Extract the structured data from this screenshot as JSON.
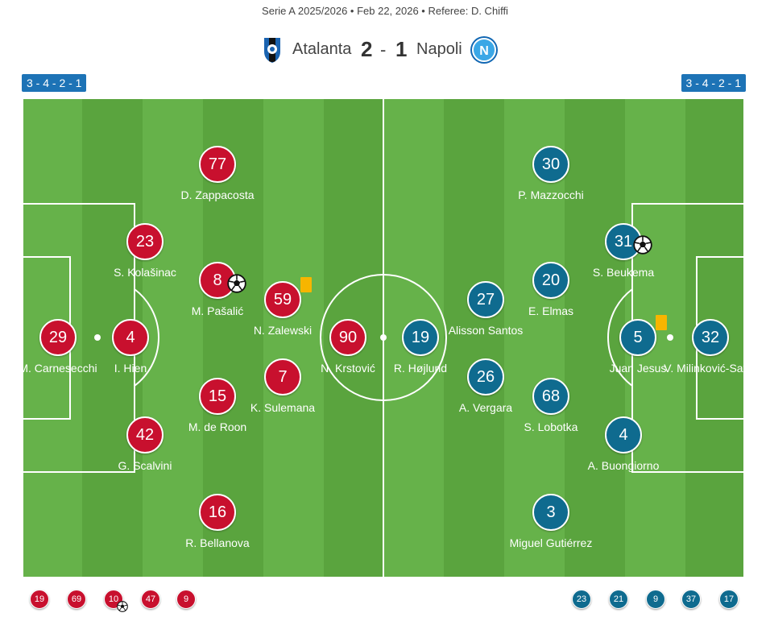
{
  "header": {
    "meta": "Serie A 2025/2026 • Feb 22, 2026 • Referee: D. Chiffi",
    "home_team": "Atalanta",
    "away_team": "Napoli",
    "home_score": "2",
    "away_score": "1",
    "separator": "-"
  },
  "formations": {
    "home": "3 - 4 - 2 - 1",
    "away": "3 - 4 - 2 - 1"
  },
  "colors": {
    "home": "#c8102e",
    "away": "#0f6b8f",
    "pitch": "#5aa43e",
    "formation_badge": "#1d73b6",
    "yellow_card": "#f7b500"
  },
  "home_players": [
    {
      "number": "29",
      "name": "M. Carnesecchi"
    },
    {
      "number": "4",
      "name": "I. Hien"
    },
    {
      "number": "23",
      "name": "S. Kolašinac"
    },
    {
      "number": "42",
      "name": "G. Scalvini"
    },
    {
      "number": "77",
      "name": "D. Zappacosta"
    },
    {
      "number": "8",
      "name": "M. Pašalić",
      "goal": true
    },
    {
      "number": "15",
      "name": "M. de Roon"
    },
    {
      "number": "16",
      "name": "R. Bellanova"
    },
    {
      "number": "59",
      "name": "N. Zalewski",
      "yellow_card": true
    },
    {
      "number": "7",
      "name": "K. Sulemana"
    },
    {
      "number": "90",
      "name": "N. Krstović"
    }
  ],
  "away_players": [
    {
      "number": "32",
      "name": "V. Milinković-Savić"
    },
    {
      "number": "5",
      "name": "Juan Jesus",
      "yellow_card": true
    },
    {
      "number": "31",
      "name": "S. Beukema",
      "goal": true
    },
    {
      "number": "4",
      "name": "A. Buongiorno"
    },
    {
      "number": "30",
      "name": "P. Mazzocchi"
    },
    {
      "number": "20",
      "name": "E. Elmas"
    },
    {
      "number": "68",
      "name": "S. Lobotka"
    },
    {
      "number": "3",
      "name": "Miguel Gutiérrez"
    },
    {
      "number": "27",
      "name": "Alisson Santos"
    },
    {
      "number": "26",
      "name": "A. Vergara"
    },
    {
      "number": "19",
      "name": "R. Højlund"
    }
  ],
  "home_subs": [
    {
      "number": "19"
    },
    {
      "number": "69"
    },
    {
      "number": "10",
      "goal": true
    },
    {
      "number": "47"
    },
    {
      "number": "9"
    }
  ],
  "away_subs": [
    {
      "number": "23"
    },
    {
      "number": "21"
    },
    {
      "number": "9"
    },
    {
      "number": "37"
    },
    {
      "number": "17"
    }
  ]
}
